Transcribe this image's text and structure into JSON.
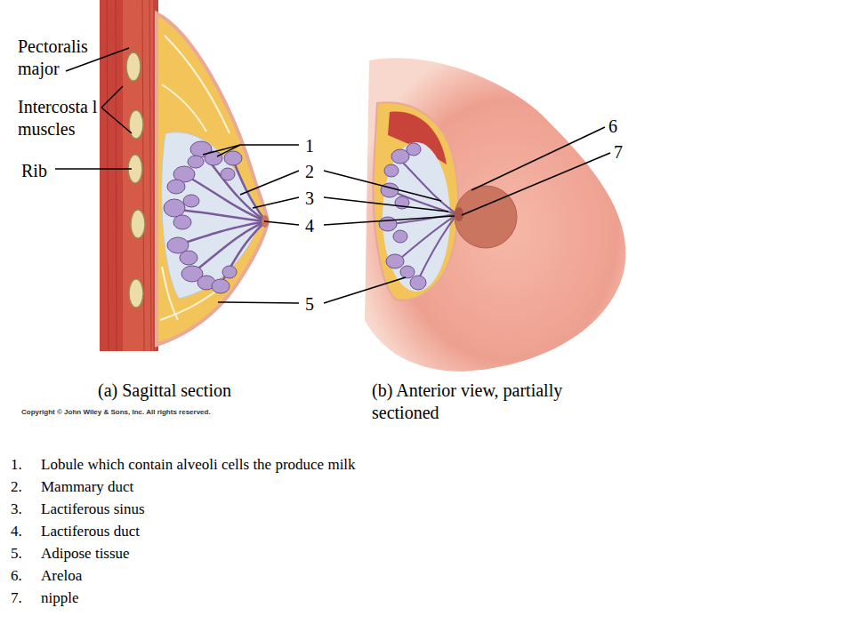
{
  "diagram": {
    "labels": [
      "Pectoralis major",
      "Intercosta l muscles",
      "Rib",
      "1",
      "2",
      "3",
      "4",
      "5",
      "6",
      "7",
      "(a) Sagittal section",
      "(b) Anterior view, partially sectioned",
      "Copyright © John Wiley & Sons, Inc. All rights reserved.",
      "1.",
      "Lobule which contain alveoli cells the produce milk",
      "2.",
      "Mammary  duct",
      "3.",
      "Lactiferous sinus",
      "4.",
      "Lactiferous duct",
      "5.",
      "Adipose tissue",
      "6.",
      "Areloa",
      "7.",
      "nipple"
    ]
  }
}
